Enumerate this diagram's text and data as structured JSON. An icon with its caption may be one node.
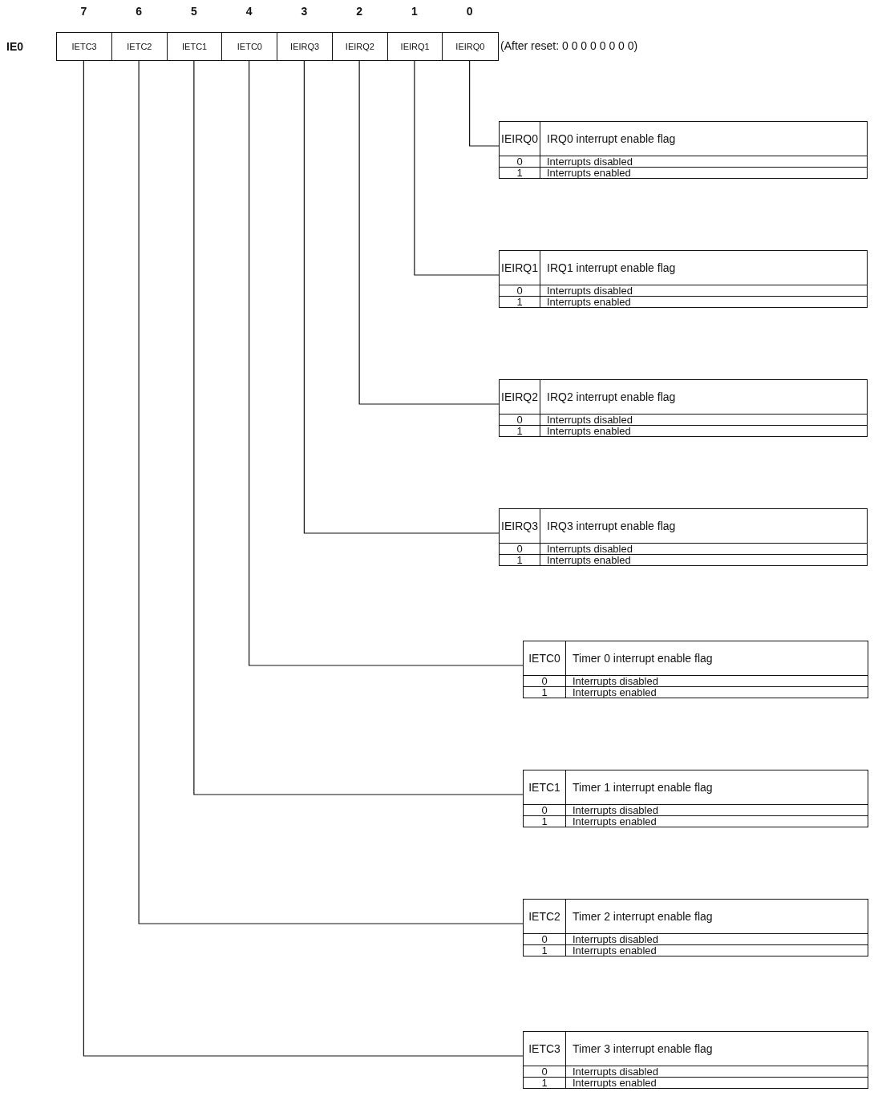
{
  "diagram": {
    "nodes": [
      {
        "text": [
          "IETC3"
        ]
      },
      {
        "text": [
          "IETC2"
        ]
      },
      {
        "text": [
          "IETC1"
        ]
      },
      {
        "text": [
          "IETC0"
        ]
      },
      {
        "text": [
          "IEIRQ3"
        ]
      },
      {
        "text": [
          "IEIRQ2"
        ]
      },
      {
        "text": [
          "IEIRQ1"
        ]
      },
      {
        "text": [
          "IEIRQ0"
        ]
      },
      {
        "text": [
          "IEIRQ0",
          "IRQ0 interrupt enable flag",
          "0",
          "Interrupts disabled",
          "1",
          "Interrupts enabled"
        ]
      },
      {
        "text": [
          "IEIRQ1",
          "IRQ1 interrupt enable flag",
          "0",
          "Interrupts disabled",
          "1",
          "Interrupts enabled"
        ]
      },
      {
        "text": [
          "IEIRQ2",
          "IRQ2 interrupt enable flag",
          "0",
          "Interrupts disabled",
          "1",
          "Interrupts enabled"
        ]
      },
      {
        "text": [
          "IEIRQ3",
          "IRQ3 interrupt enable flag",
          "0",
          "Interrupts disabled",
          "1",
          "Interrupts enabled"
        ]
      },
      {
        "text": [
          "IETC0",
          "Timer 0 interrupt enable flag",
          "0",
          "Interrupts disabled",
          "1",
          "Interrupts enabled"
        ]
      },
      {
        "text": [
          "IETC1",
          "Timer 1 interrupt enable flag",
          "0",
          "Interrupts disabled",
          "1",
          "Interrupts enabled"
        ]
      },
      {
        "text": [
          "IETC2",
          "Timer 2 interrupt enable flag",
          "0",
          "Interrupts disabled",
          "1",
          "Interrupts enabled"
        ]
      },
      {
        "text": [
          "IETC3",
          "Timer 3 interrupt enable flag",
          "0",
          "Interrupts disabled",
          "1",
          "Interrupts enabled"
        ]
      }
    ],
    "edges": [
      {
        "from": 7,
        "to": 8,
        "arrow": "none"
      },
      {
        "from": 6,
        "to": 9,
        "arrow": "none"
      },
      {
        "from": 5,
        "to": 10,
        "arrow": "none"
      },
      {
        "from": 4,
        "to": 11,
        "arrow": "none"
      },
      {
        "from": 3,
        "to": 12,
        "arrow": "none"
      },
      {
        "from": 2,
        "to": 13,
        "arrow": "none"
      },
      {
        "from": 1,
        "to": 14,
        "arrow": "none"
      },
      {
        "from": 0,
        "to": 15,
        "arrow": "none"
      }
    ],
    "labels": [
      "7",
      "6",
      "5",
      "4",
      "3",
      "2",
      "1",
      "0",
      "IE0",
      "(After reset: 0 0 0 0 0 0 0 0)"
    ]
  }
}
